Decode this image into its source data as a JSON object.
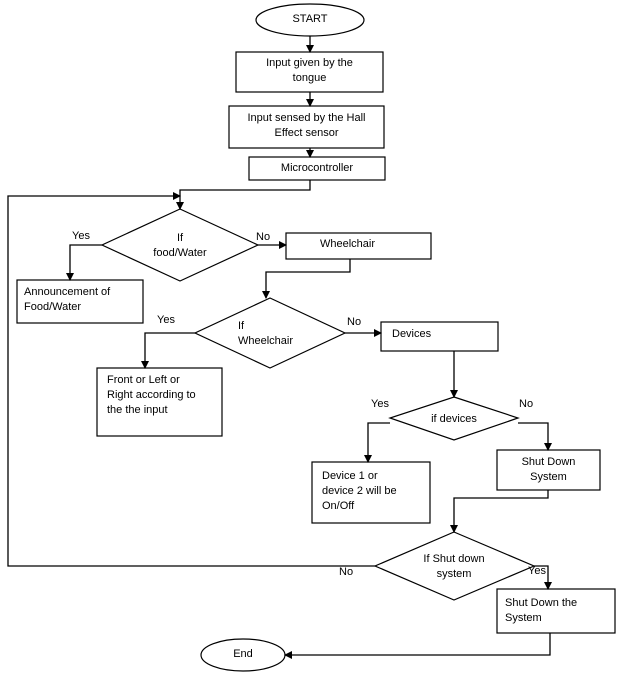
{
  "nodes": {
    "start": "START",
    "input_tongue": "Input given by the\ntongue",
    "input_sensor": "Input sensed by the Hall\nEffect sensor",
    "microcontroller": "Microcontroller",
    "if_food_water": "If\nfood/Water",
    "announcement": "Announcement of\nFood/Water",
    "wheelchair": "Wheelchair",
    "if_wheelchair": "If\nWheelchair",
    "front_left_right": "Front or Left or\nRight according to\nthe the input",
    "devices": "Devices",
    "if_devices": "if devices",
    "device_onoff": "Device 1 or\ndevice 2 will be\nOn/Off",
    "shutdown_system": "Shut Down\nSystem",
    "if_shutdown": "If Shut down\nsystem",
    "shutdown_the_system": "Shut Down the\nSystem",
    "end": "End"
  },
  "edge_labels": {
    "food_yes": "Yes",
    "food_no": "No",
    "wheelchair_yes": "Yes",
    "wheelchair_no": "No",
    "devices_yes": "Yes",
    "devices_no": "No",
    "shutdown_no": "No",
    "shutdown_yes": "Yes"
  }
}
